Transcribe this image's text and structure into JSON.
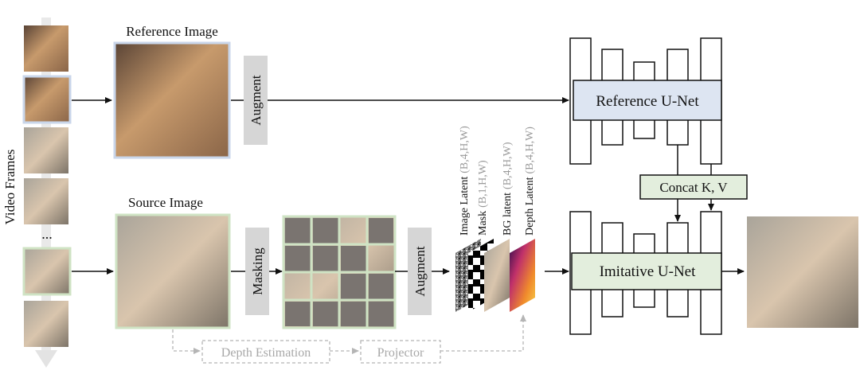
{
  "labels": {
    "video_frames": "Video Frames",
    "ellipsis": "...",
    "reference_image": "Reference Image",
    "source_image": "Source Image",
    "augment_top": "Augment",
    "augment_bottom": "Augment",
    "masking": "Masking",
    "reference_unet": "Reference U-Net",
    "imitative_unet": "Imitative U-Net",
    "concat": "Concat K, V",
    "depth_estimation": "Depth Estimation",
    "projector": "Projector"
  },
  "latents": [
    {
      "name": "Image Latent",
      "shape": "(B,4,H,W)"
    },
    {
      "name": "Mask",
      "shape": "(B,1,H,W)"
    },
    {
      "name": "BG latent",
      "shape": "(B,4,H,W)"
    },
    {
      "name": "Depth Latent",
      "shape": "(B,4,H,W)"
    }
  ],
  "colors": {
    "reference_unet_fill": "#dde5f2",
    "imitative_unet_fill": "#e3eedd",
    "green_border": "#cfe3c4",
    "blue_border": "#c9d6ea",
    "augment_gray": "#d6d6d6",
    "dashed_gray": "#b5b5b5",
    "shape_gray": "#9a9a9a"
  },
  "icons": [
    "photo-thumbnail",
    "arrow-icon",
    "dashed-arrow-icon",
    "unet-block"
  ]
}
